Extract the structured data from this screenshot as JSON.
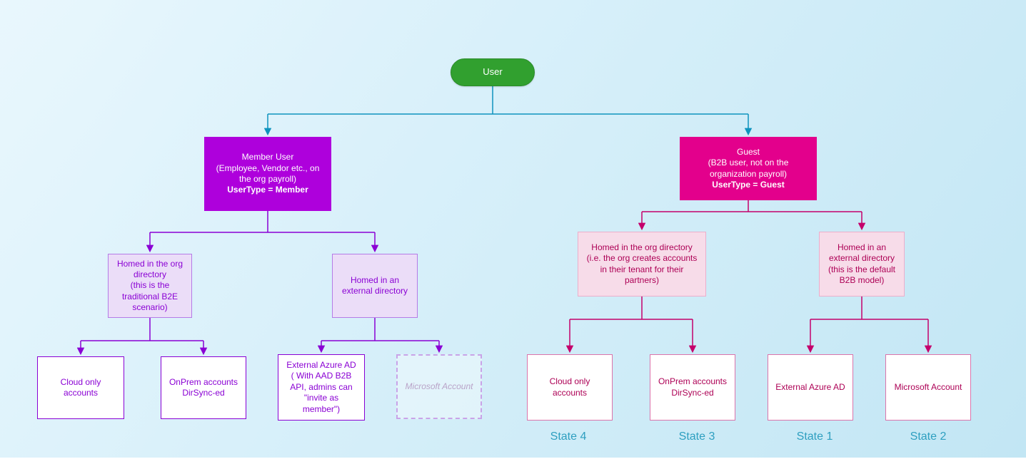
{
  "diagram": {
    "user": {
      "label": "User"
    },
    "member": {
      "text": "Member User\n(Employee, Vendor etc., on\nthe org payroll)",
      "usertype": "UserType = Member"
    },
    "guest": {
      "text": "Guest\n(B2B user, not on the\norganization payroll)",
      "usertype": "UserType = Guest"
    },
    "member_org": {
      "text": "Homed in the org\ndirectory\n(this is the\ntraditional B2E\nscenario)"
    },
    "member_ext": {
      "text": "Homed in an\nexternal directory"
    },
    "member_cloud": {
      "text": "Cloud only\naccounts"
    },
    "member_onprem": {
      "text": "OnPrem accounts\nDirSync-ed"
    },
    "member_external_aad": {
      "text": "External Azure AD\n( With AAD B2B\nAPI, admins can\n\"invite as\nmember\")"
    },
    "member_msa": {
      "text": "Microsoft Account"
    },
    "guest_org": {
      "text": "Homed in the org directory\n(i.e. the org creates  accounts\nin their tenant for their\npartners)"
    },
    "guest_ext": {
      "text": "Homed in an\nexternal directory\n(this is the default\nB2B model)"
    },
    "guest_cloud": {
      "text": "Cloud only\naccounts"
    },
    "guest_onprem": {
      "text": "OnPrem accounts\nDirSync-ed"
    },
    "guest_external_aad": {
      "text": "External Azure AD"
    },
    "guest_msa": {
      "text": "Microsoft Account"
    }
  },
  "states": {
    "state4": "State 4",
    "state3": "State 3",
    "state1": "State 1",
    "state2": "State 2"
  },
  "colors": {
    "user_green": "#31a02f",
    "member_purple": "#ae00dc",
    "guest_pink": "#e3008c",
    "purple_line": "#8a00d4",
    "pink_line": "#c4006b",
    "teal_line": "#0e93be",
    "state_teal": "#2e9fc0"
  }
}
